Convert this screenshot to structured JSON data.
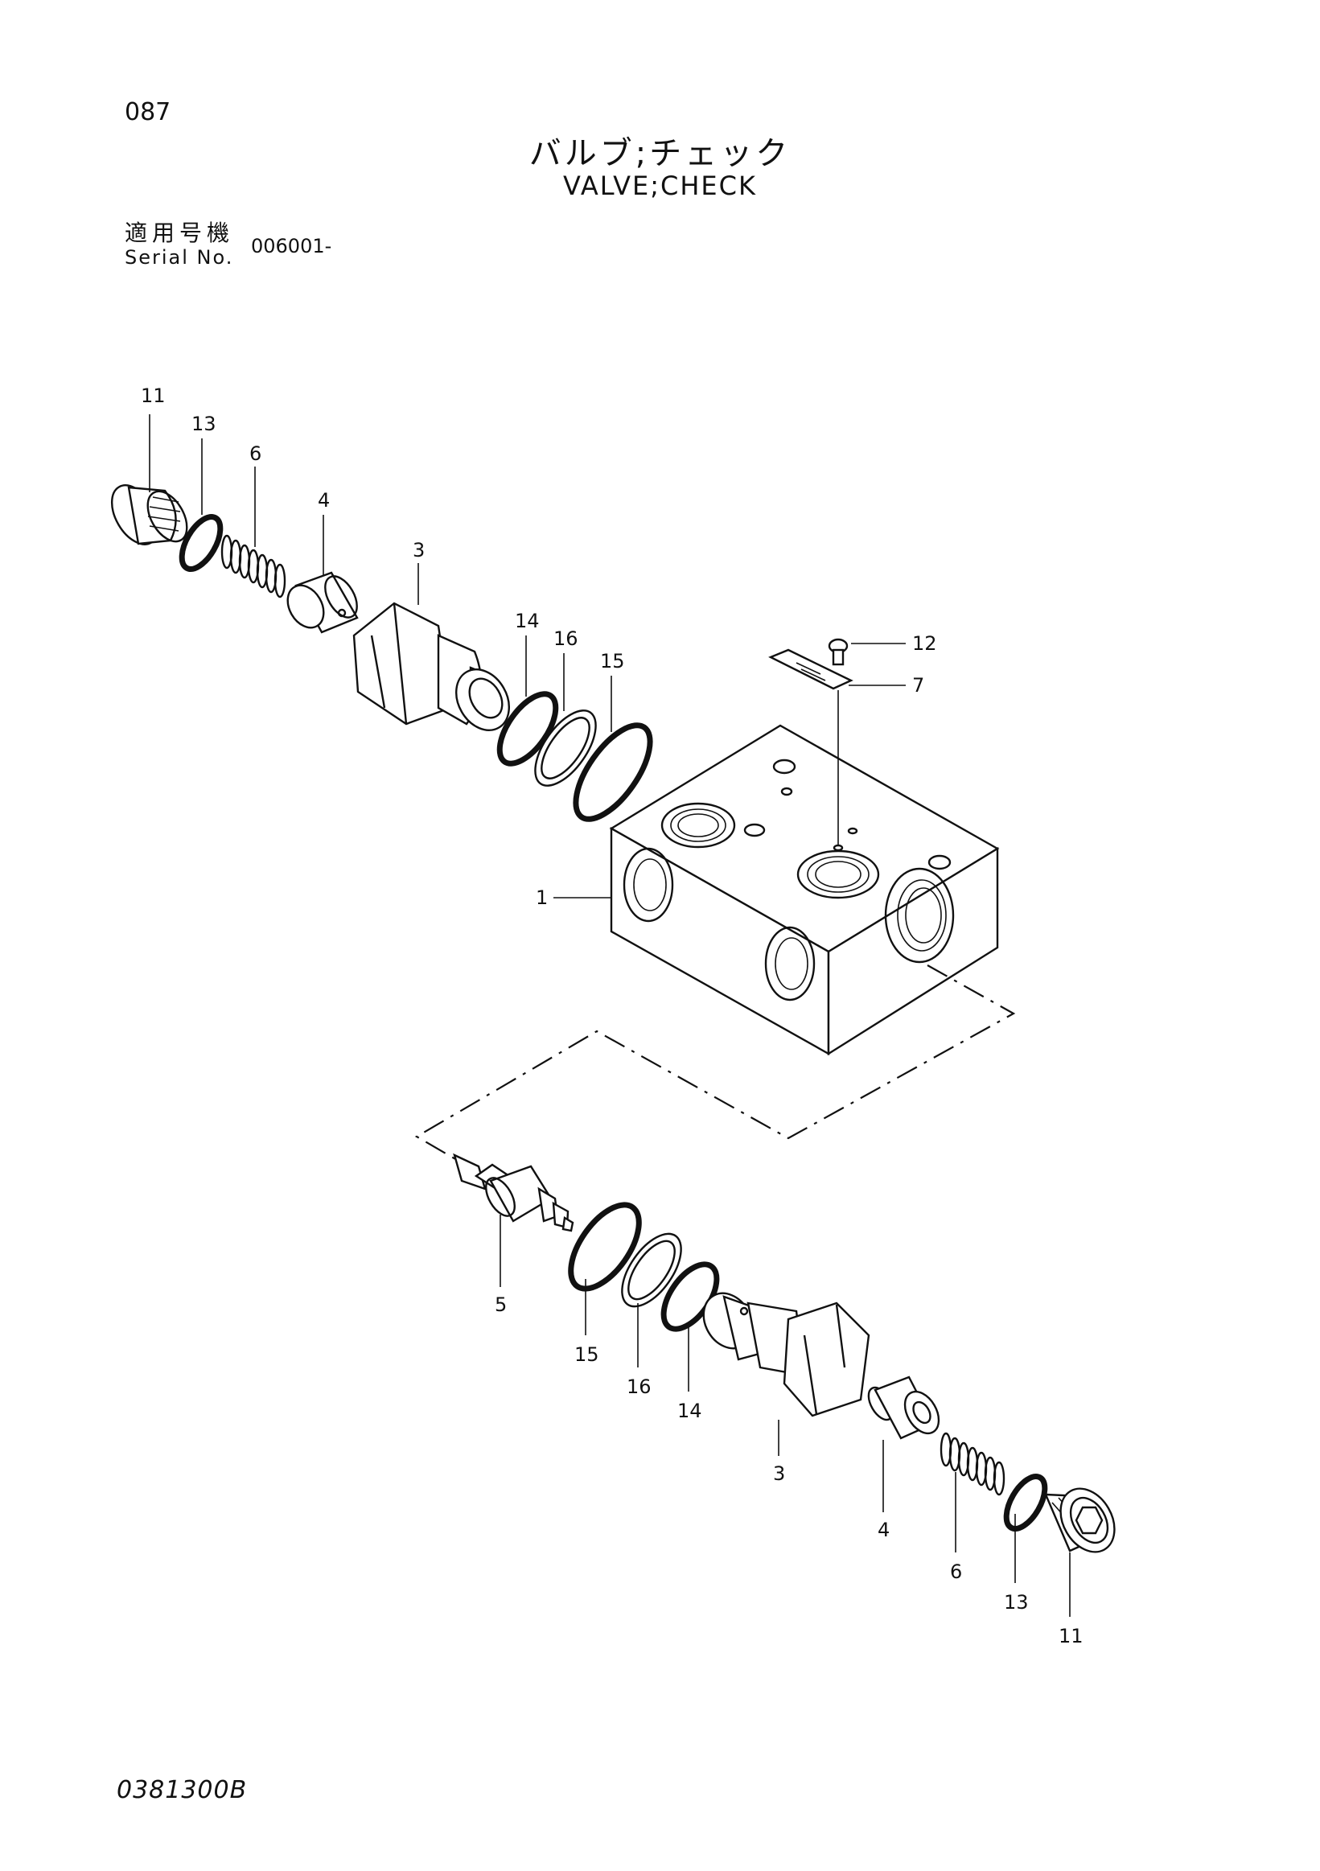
{
  "page_number": "087",
  "title_jp": "バルブ;チェック",
  "title_en": "VALVE;CHECK",
  "serial_label_jp": "適用号機",
  "serial_label_en": "Serial No.",
  "serial_value": "006001-",
  "drawing_code": "0381300B",
  "callouts": {
    "c1": "1",
    "c3a": "3",
    "c3b": "3",
    "c4a": "4",
    "c4b": "4",
    "c5": "5",
    "c6a": "6",
    "c6b": "6",
    "c7": "7",
    "c11a": "11",
    "c11b": "11",
    "c12": "12",
    "c13a": "13",
    "c13b": "13",
    "c14a": "14",
    "c14b": "14",
    "c15a": "15",
    "c15b": "15",
    "c16a": "16",
    "c16b": "16"
  }
}
